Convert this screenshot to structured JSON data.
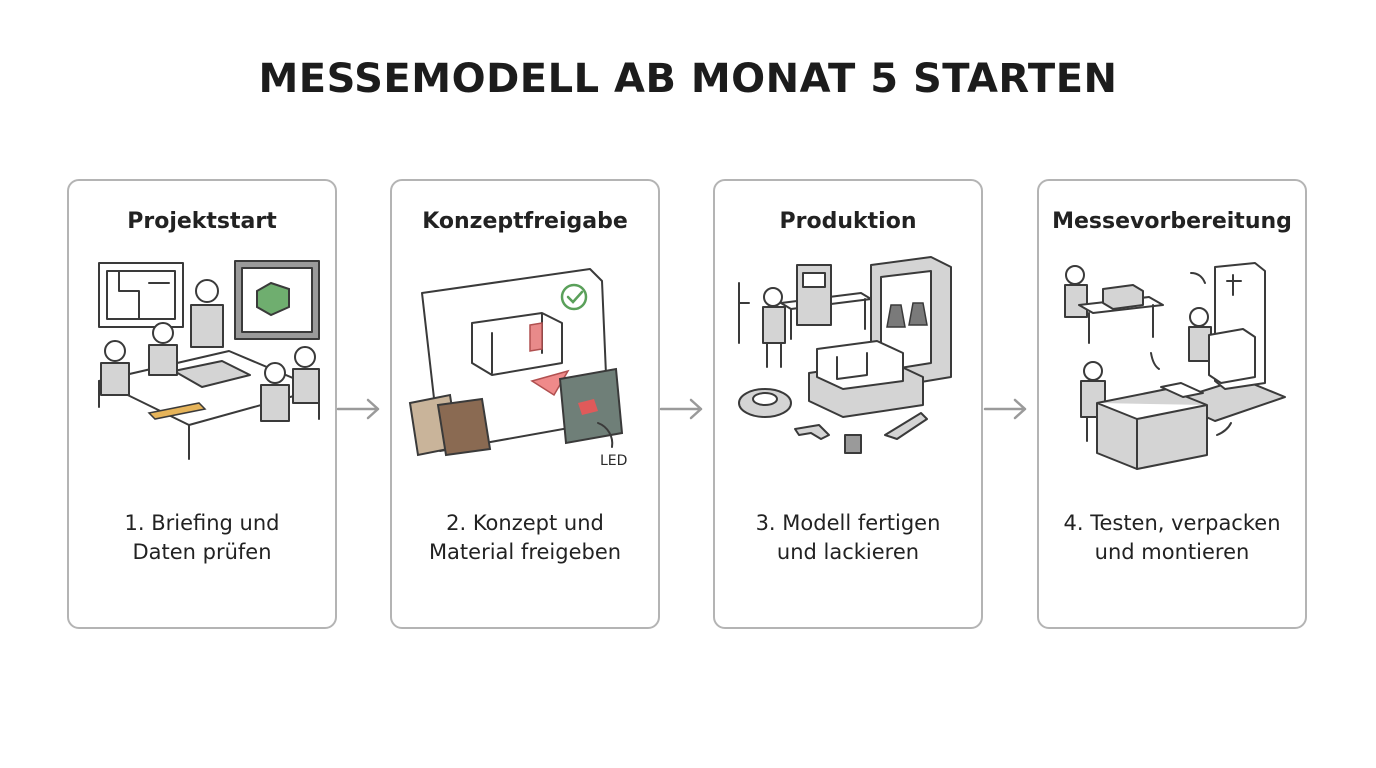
{
  "title": "MESSEMODELL AB MONAT 5 STARTEN",
  "steps": [
    {
      "heading": "Projektstart",
      "description": "1. Briefing und\nDaten prüfen",
      "icon": "meeting-illustration"
    },
    {
      "heading": "Konzeptfreigabe",
      "description": "2. Konzept und\nMaterial freigeben",
      "icon": "concept-approval-illustration",
      "label": "LED"
    },
    {
      "heading": "Produktion",
      "description": "3. Modell fertigen\nund lackieren",
      "icon": "production-illustration"
    },
    {
      "heading": "Messevorbereitung",
      "description": "4. Testen, verpacken\nund montieren",
      "icon": "packing-illustration"
    }
  ],
  "colors": {
    "card_border": "#b4b4b4",
    "arrow": "#9a9a9a",
    "accent_green": "#5aa05a",
    "accent_red": "#e05a5a"
  }
}
